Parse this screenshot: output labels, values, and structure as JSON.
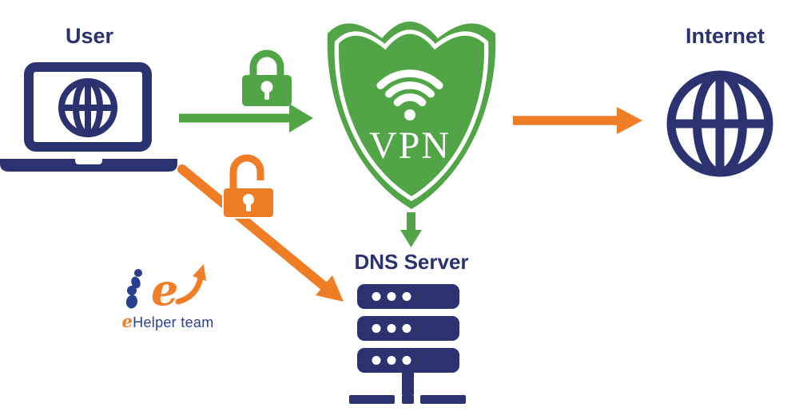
{
  "page": {
    "type": "vpn-network-diagram",
    "background": "#ffffff"
  },
  "nodes": {
    "user": {
      "label": "User",
      "icon": "laptop-globe-icon"
    },
    "vpn": {
      "label": "VPN",
      "icon": "shield-wifi-icon"
    },
    "internet": {
      "label": "Internet",
      "icon": "globe-grid-icon"
    },
    "dns_server": {
      "label": "DNS Server",
      "icon": "server-stack-icon"
    }
  },
  "connections": [
    {
      "from": "User",
      "to": "VPN",
      "color": "#52a546",
      "badge_icon": "closed-padlock-icon",
      "direction": "right"
    },
    {
      "from": "VPN",
      "to": "Internet",
      "color": "#ef7d26",
      "badge_icon": "",
      "direction": "right"
    },
    {
      "from": "VPN",
      "to": "DNS Server",
      "color": "#52a546",
      "badge_icon": "",
      "direction": "down"
    },
    {
      "from": "User",
      "to": "DNS Server",
      "color": "#ef7d26",
      "badge_icon": "open-padlock-icon",
      "direction": "diagonal-down-right"
    }
  ],
  "logo": {
    "prefix": "e",
    "rest": "Helper team",
    "name": "eHelper team"
  },
  "colors": {
    "navy": "#2a3370",
    "green": "#52a546",
    "orange": "#ef7d26",
    "white": "#ffffff"
  }
}
